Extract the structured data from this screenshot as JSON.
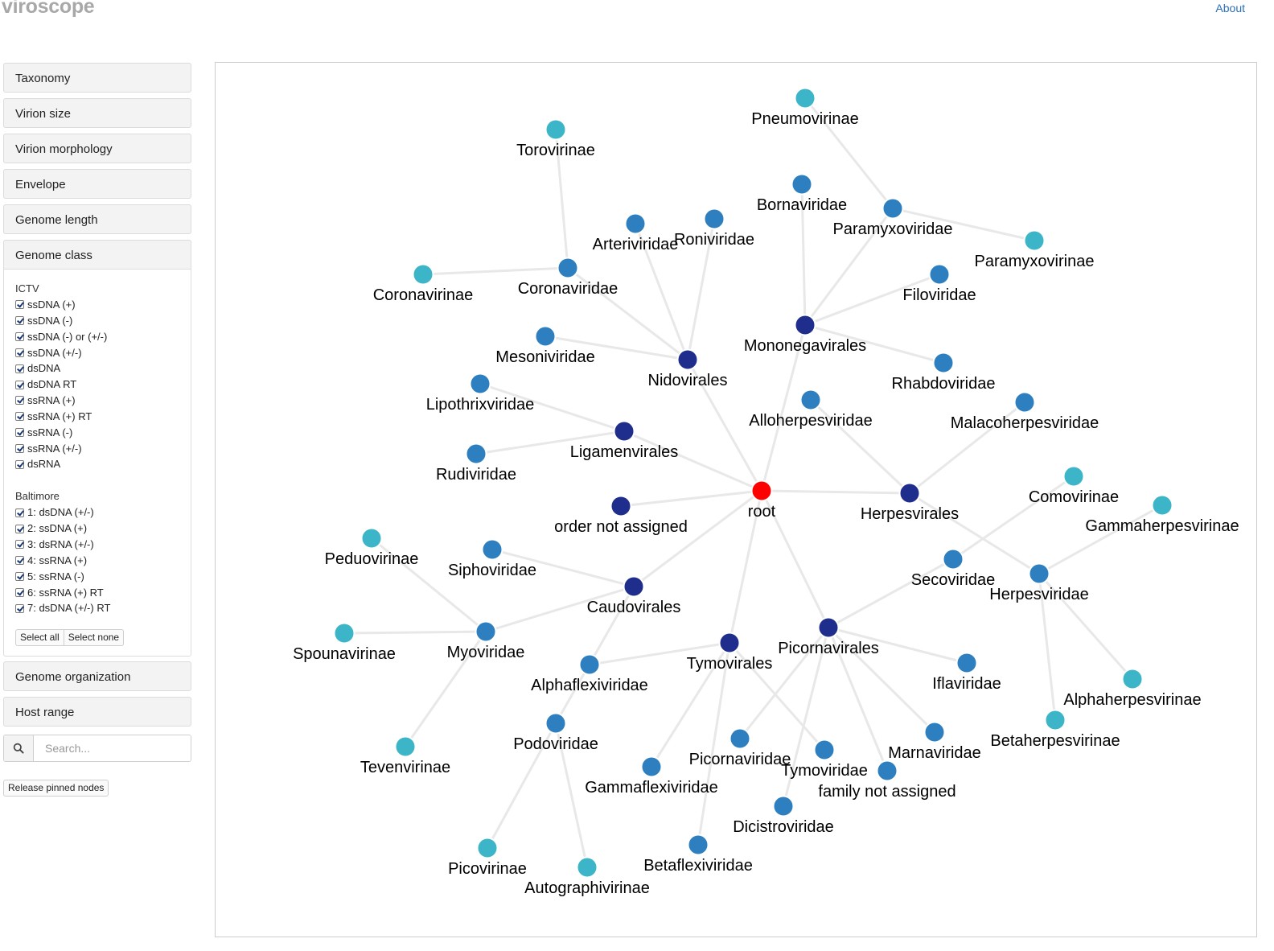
{
  "header": {
    "brand": "viroscope",
    "about_label": "About"
  },
  "sidebar": {
    "sections_top": [
      "Taxonomy",
      "Virion size",
      "Virion morphology",
      "Envelope",
      "Genome length"
    ],
    "genome_class": {
      "title": "Genome class",
      "ictv_title": "ICTV",
      "ictv": [
        "ssDNA (+)",
        "ssDNA (-)",
        "ssDNA (-) or (+/-)",
        "ssDNA (+/-)",
        "dsDNA",
        "dsDNA RT",
        "ssRNA (+)",
        "ssRNA (+) RT",
        "ssRNA (-)",
        "ssRNA (+/-)",
        "dsRNA"
      ],
      "baltimore_title": "Baltimore",
      "baltimore": [
        "1: dsDNA (+/-)",
        "2: ssDNA (+)",
        "3: dsRNA (+/-)",
        "4: ssRNA (+)",
        "5: ssRNA (-)",
        "6: ssRNA (+) RT",
        "7: dsDNA (+/-) RT"
      ],
      "select_all_label": "Select all",
      "select_none_label": "Select none"
    },
    "sections_bottom": [
      "Genome organization",
      "Host range"
    ],
    "search": {
      "placeholder": "Search...",
      "icon": "search-icon"
    },
    "release_label": "Release pinned nodes"
  },
  "graph": {
    "colors": {
      "root": "#ff0000",
      "order": "#1f2e8c",
      "family": "#2e7fc0",
      "subfamily": "#3db5c8",
      "edge": "#e8e8e8"
    },
    "nodes": [
      {
        "id": "root",
        "label": "root",
        "level": "root"
      },
      {
        "id": "Nidovirales",
        "label": "Nidovirales",
        "level": "order"
      },
      {
        "id": "Mononegavirales",
        "label": "Mononegavirales",
        "level": "order"
      },
      {
        "id": "Ligamenvirales",
        "label": "Ligamenvirales",
        "level": "order"
      },
      {
        "id": "OrderNA",
        "label": "order not assigned",
        "level": "order"
      },
      {
        "id": "Herpesvirales",
        "label": "Herpesvirales",
        "level": "order"
      },
      {
        "id": "Caudovirales",
        "label": "Caudovirales",
        "level": "order"
      },
      {
        "id": "Tymovirales",
        "label": "Tymovirales",
        "level": "order"
      },
      {
        "id": "Picornavirales",
        "label": "Picornavirales",
        "level": "order"
      },
      {
        "id": "Arteriviridae",
        "label": "Arteriviridae",
        "level": "family"
      },
      {
        "id": "Roniviridae",
        "label": "Roniviridae",
        "level": "family"
      },
      {
        "id": "Coronaviridae",
        "label": "Coronaviridae",
        "level": "family"
      },
      {
        "id": "Mesoniviridae",
        "label": "Mesoniviridae",
        "level": "family"
      },
      {
        "id": "Bornaviridae",
        "label": "Bornaviridae",
        "level": "family"
      },
      {
        "id": "Paramyxoviridae",
        "label": "Paramyxoviridae",
        "level": "family"
      },
      {
        "id": "Filoviridae",
        "label": "Filoviridae",
        "level": "family"
      },
      {
        "id": "Rhabdoviridae",
        "label": "Rhabdoviridae",
        "level": "family"
      },
      {
        "id": "Lipothrixviridae",
        "label": "Lipothrixviridae",
        "level": "family"
      },
      {
        "id": "Rudiviridae",
        "label": "Rudiviridae",
        "level": "family"
      },
      {
        "id": "Alloherpesviridae",
        "label": "Alloherpesviridae",
        "level": "family"
      },
      {
        "id": "Malacoherpesviridae",
        "label": "Malacoherpesviridae",
        "level": "family"
      },
      {
        "id": "Herpesviridae",
        "label": "Herpesviridae",
        "level": "family"
      },
      {
        "id": "Secoviridae",
        "label": "Secoviridae",
        "level": "family"
      },
      {
        "id": "Siphoviridae",
        "label": "Siphoviridae",
        "level": "family"
      },
      {
        "id": "Myoviridae",
        "label": "Myoviridae",
        "level": "family"
      },
      {
        "id": "Podoviridae",
        "label": "Podoviridae",
        "level": "family"
      },
      {
        "id": "Alphaflexiviridae",
        "label": "Alphaflexiviridae",
        "level": "family"
      },
      {
        "id": "Gammaflexiviridae",
        "label": "Gammaflexiviridae",
        "level": "family"
      },
      {
        "id": "Betaflexiviridae",
        "label": "Betaflexiviridae",
        "level": "family"
      },
      {
        "id": "Tymoviridae",
        "label": "Tymoviridae",
        "level": "family"
      },
      {
        "id": "Picornaviridae",
        "label": "Picornaviridae",
        "level": "family"
      },
      {
        "id": "Dicistroviridae",
        "label": "Dicistroviridae",
        "level": "family"
      },
      {
        "id": "Iflaviridae",
        "label": "Iflaviridae",
        "level": "family"
      },
      {
        "id": "Marnaviridae",
        "label": "Marnaviridae",
        "level": "family"
      },
      {
        "id": "FamilyNA",
        "label": "family not assigned",
        "level": "family"
      },
      {
        "id": "Torovirinae",
        "label": "Torovirinae",
        "level": "subfamily"
      },
      {
        "id": "Coronavirinae",
        "label": "Coronavirinae",
        "level": "subfamily"
      },
      {
        "id": "Pneumovirinae",
        "label": "Pneumovirinae",
        "level": "subfamily"
      },
      {
        "id": "Paramyxovirinae",
        "label": "Paramyxovirinae",
        "level": "subfamily"
      },
      {
        "id": "Comovirinae",
        "label": "Comovirinae",
        "level": "subfamily"
      },
      {
        "id": "Gammaherpesvirinae",
        "label": "Gammaherpesvirinae",
        "level": "subfamily"
      },
      {
        "id": "Alphaherpesvirinae",
        "label": "Alphaherpesvirinae",
        "level": "subfamily"
      },
      {
        "id": "Betaherpesvirinae",
        "label": "Betaherpesvirinae",
        "level": "subfamily"
      },
      {
        "id": "Peduovirinae",
        "label": "Peduovirinae",
        "level": "subfamily"
      },
      {
        "id": "Spounavirinae",
        "label": "Spounavirinae",
        "level": "subfamily"
      },
      {
        "id": "Tevenvirinae",
        "label": "Tevenvirinae",
        "level": "subfamily"
      },
      {
        "id": "Picovirinae",
        "label": "Picovirinae",
        "level": "subfamily"
      },
      {
        "id": "Autographivirinae",
        "label": "Autographivirinae",
        "level": "subfamily"
      }
    ],
    "edges": [
      [
        "root",
        "Nidovirales"
      ],
      [
        "root",
        "Mononegavirales"
      ],
      [
        "root",
        "Ligamenvirales"
      ],
      [
        "root",
        "OrderNA"
      ],
      [
        "root",
        "Herpesvirales"
      ],
      [
        "root",
        "Caudovirales"
      ],
      [
        "root",
        "Tymovirales"
      ],
      [
        "root",
        "Picornavirales"
      ],
      [
        "Nidovirales",
        "Arteriviridae"
      ],
      [
        "Nidovirales",
        "Roniviridae"
      ],
      [
        "Nidovirales",
        "Coronaviridae"
      ],
      [
        "Nidovirales",
        "Mesoniviridae"
      ],
      [
        "Coronaviridae",
        "Torovirinae"
      ],
      [
        "Coronaviridae",
        "Coronavirinae"
      ],
      [
        "Mononegavirales",
        "Bornaviridae"
      ],
      [
        "Mononegavirales",
        "Paramyxoviridae"
      ],
      [
        "Mononegavirales",
        "Filoviridae"
      ],
      [
        "Mononegavirales",
        "Rhabdoviridae"
      ],
      [
        "Paramyxoviridae",
        "Pneumovirinae"
      ],
      [
        "Paramyxoviridae",
        "Paramyxovirinae"
      ],
      [
        "Ligamenvirales",
        "Lipothrixviridae"
      ],
      [
        "Ligamenvirales",
        "Rudiviridae"
      ],
      [
        "Herpesvirales",
        "Alloherpesviridae"
      ],
      [
        "Herpesvirales",
        "Malacoherpesviridae"
      ],
      [
        "Herpesvirales",
        "Herpesviridae"
      ],
      [
        "Herpesviridae",
        "Gammaherpesvirinae"
      ],
      [
        "Herpesviridae",
        "Alphaherpesvirinae"
      ],
      [
        "Herpesviridae",
        "Betaherpesvirinae"
      ],
      [
        "Caudovirales",
        "Siphoviridae"
      ],
      [
        "Caudovirales",
        "Myoviridae"
      ],
      [
        "Caudovirales",
        "Podoviridae"
      ],
      [
        "Myoviridae",
        "Peduovirinae"
      ],
      [
        "Myoviridae",
        "Spounavirinae"
      ],
      [
        "Myoviridae",
        "Tevenvirinae"
      ],
      [
        "Podoviridae",
        "Picovirinae"
      ],
      [
        "Podoviridae",
        "Autographivirinae"
      ],
      [
        "Tymovirales",
        "Alphaflexiviridae"
      ],
      [
        "Tymovirales",
        "Gammaflexiviridae"
      ],
      [
        "Tymovirales",
        "Betaflexiviridae"
      ],
      [
        "Tymovirales",
        "Tymoviridae"
      ],
      [
        "Picornavirales",
        "Secoviridae"
      ],
      [
        "Picornavirales",
        "Picornaviridae"
      ],
      [
        "Picornavirales",
        "Dicistroviridae"
      ],
      [
        "Picornavirales",
        "Iflaviridae"
      ],
      [
        "Picornavirales",
        "Marnaviridae"
      ],
      [
        "Picornavirales",
        "FamilyNA"
      ],
      [
        "Secoviridae",
        "Comovirinae"
      ]
    ]
  }
}
